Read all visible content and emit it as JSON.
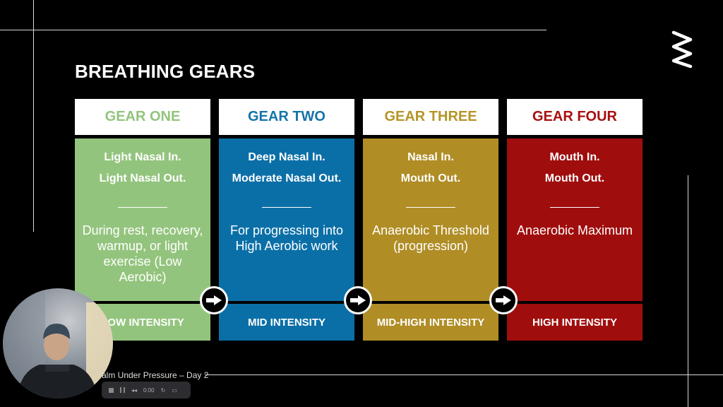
{
  "slide": {
    "title": "BREATHING GEARS",
    "caption": "alm Under Pressure – Day 2",
    "timer": "0:00"
  },
  "gears": [
    {
      "heading": "GEAR ONE",
      "line1": "Light Nasal In.",
      "line2": "Light Nasal Out.",
      "desc": "During rest, recovery, warmup, or light exercise (Low Aerobic)",
      "intensity": "LOW INTENSITY",
      "color": "#93c47d",
      "headColor": "#93c47d"
    },
    {
      "heading": "GEAR TWO",
      "line1": "Deep Nasal In.",
      "line2": "Moderate Nasal Out.",
      "desc": "For progressing into High Aerobic work",
      "intensity": "MID INTENSITY",
      "color": "#0b6fa7",
      "headColor": "#1574a8"
    },
    {
      "heading": "GEAR THREE",
      "line1": "Nasal In.",
      "line2": "Mouth Out.",
      "desc": "Anaerobic Threshold (progression)",
      "intensity": "MID-HIGH INTENSITY",
      "color": "#b08d25",
      "headColor": "#b59527"
    },
    {
      "heading": "GEAR FOUR",
      "line1": "Mouth In.",
      "line2": "Mouth Out.",
      "desc": "Anaerobic Maximum",
      "intensity": "HIGH INTENSITY",
      "color": "#a00d0d",
      "headColor": "#a81010"
    }
  ],
  "icons": {
    "arrow": "arrow-right-icon",
    "logo": "zigzag-logo-icon"
  }
}
